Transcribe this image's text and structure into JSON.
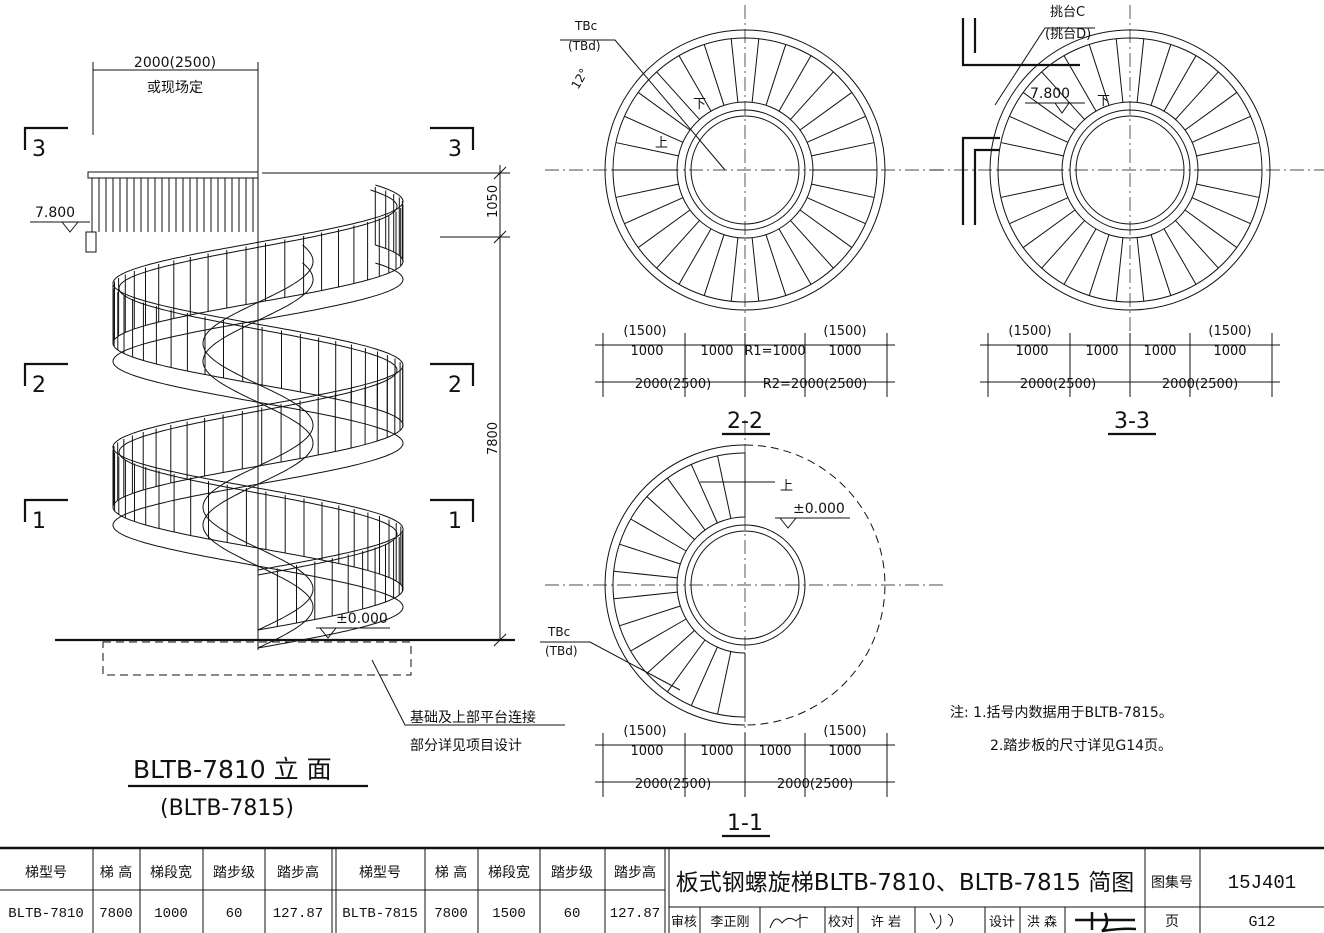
{
  "elevation": {
    "top_dim": "2000(2500)",
    "top_dim_note": "或现场定",
    "section_3": "3",
    "section_2": "2",
    "section_1": "1",
    "level_top": "7.800",
    "level_ground": "±0.000",
    "dim_upper": "1050",
    "dim_total": "7800",
    "callout_line1": "基础及上部平台连接",
    "callout_line2": "部分详见项目设计",
    "title": "BLTB-7810 立 面",
    "subtitle": "(BLTB-7815)"
  },
  "plan_2_2": {
    "label_tbc": "TBc",
    "label_tbd": "(TBd)",
    "angle": "12°",
    "down": "下",
    "up": "上",
    "dims_top": [
      "(1500)",
      "1000",
      "1000",
      "R1=1000",
      "(1500)",
      "1000"
    ],
    "dims_bottom": [
      "2000(2500)",
      "R2=2000(2500)"
    ],
    "title": "2-2"
  },
  "plan_3_3": {
    "label_platform": "挑台C",
    "label_platform_alt": "(挑台D)",
    "level": "7.800",
    "down": "下",
    "dims_top": [
      "(1500)",
      "1000",
      "1000",
      "1000",
      "(1500)",
      "1000"
    ],
    "dims_bottom": [
      "2000(2500)",
      "2000(2500)"
    ],
    "title": "3-3"
  },
  "plan_1_1": {
    "up": "上",
    "level": "±0.000",
    "label_tbc": "TBc",
    "label_tbd": "(TBd)",
    "dims_top": [
      "(1500)",
      "1000",
      "1000",
      "1000",
      "(1500)",
      "1000"
    ],
    "dims_bottom": [
      "2000(2500)",
      "2000(2500)"
    ],
    "title": "1-1"
  },
  "notes": {
    "line1": "注: 1.括号内数据用于BLTB-7815。",
    "line2": "2.踏步板的尺寸详见G14页。"
  },
  "spec_table": {
    "headers": [
      "梯型号",
      "梯 高",
      "梯段宽",
      "踏步级",
      "踏步高"
    ],
    "rows": [
      [
        "BLTB-7810",
        "7800",
        "1000",
        "60",
        "127.87"
      ],
      [
        "BLTB-7815",
        "7800",
        "1500",
        "60",
        "127.87"
      ]
    ]
  },
  "title_block": {
    "drawing_title": "板式钢螺旋梯BLTB-7810、BLTB-7815 简图",
    "atlas_label": "图集号",
    "atlas_no": "15J401",
    "review_label": "审核",
    "reviewer": "李正刚",
    "check_label": "校对",
    "checker": "许 岩",
    "design_label": "设计",
    "designer": "洪 森",
    "page_label": "页",
    "page_no": "G12"
  }
}
